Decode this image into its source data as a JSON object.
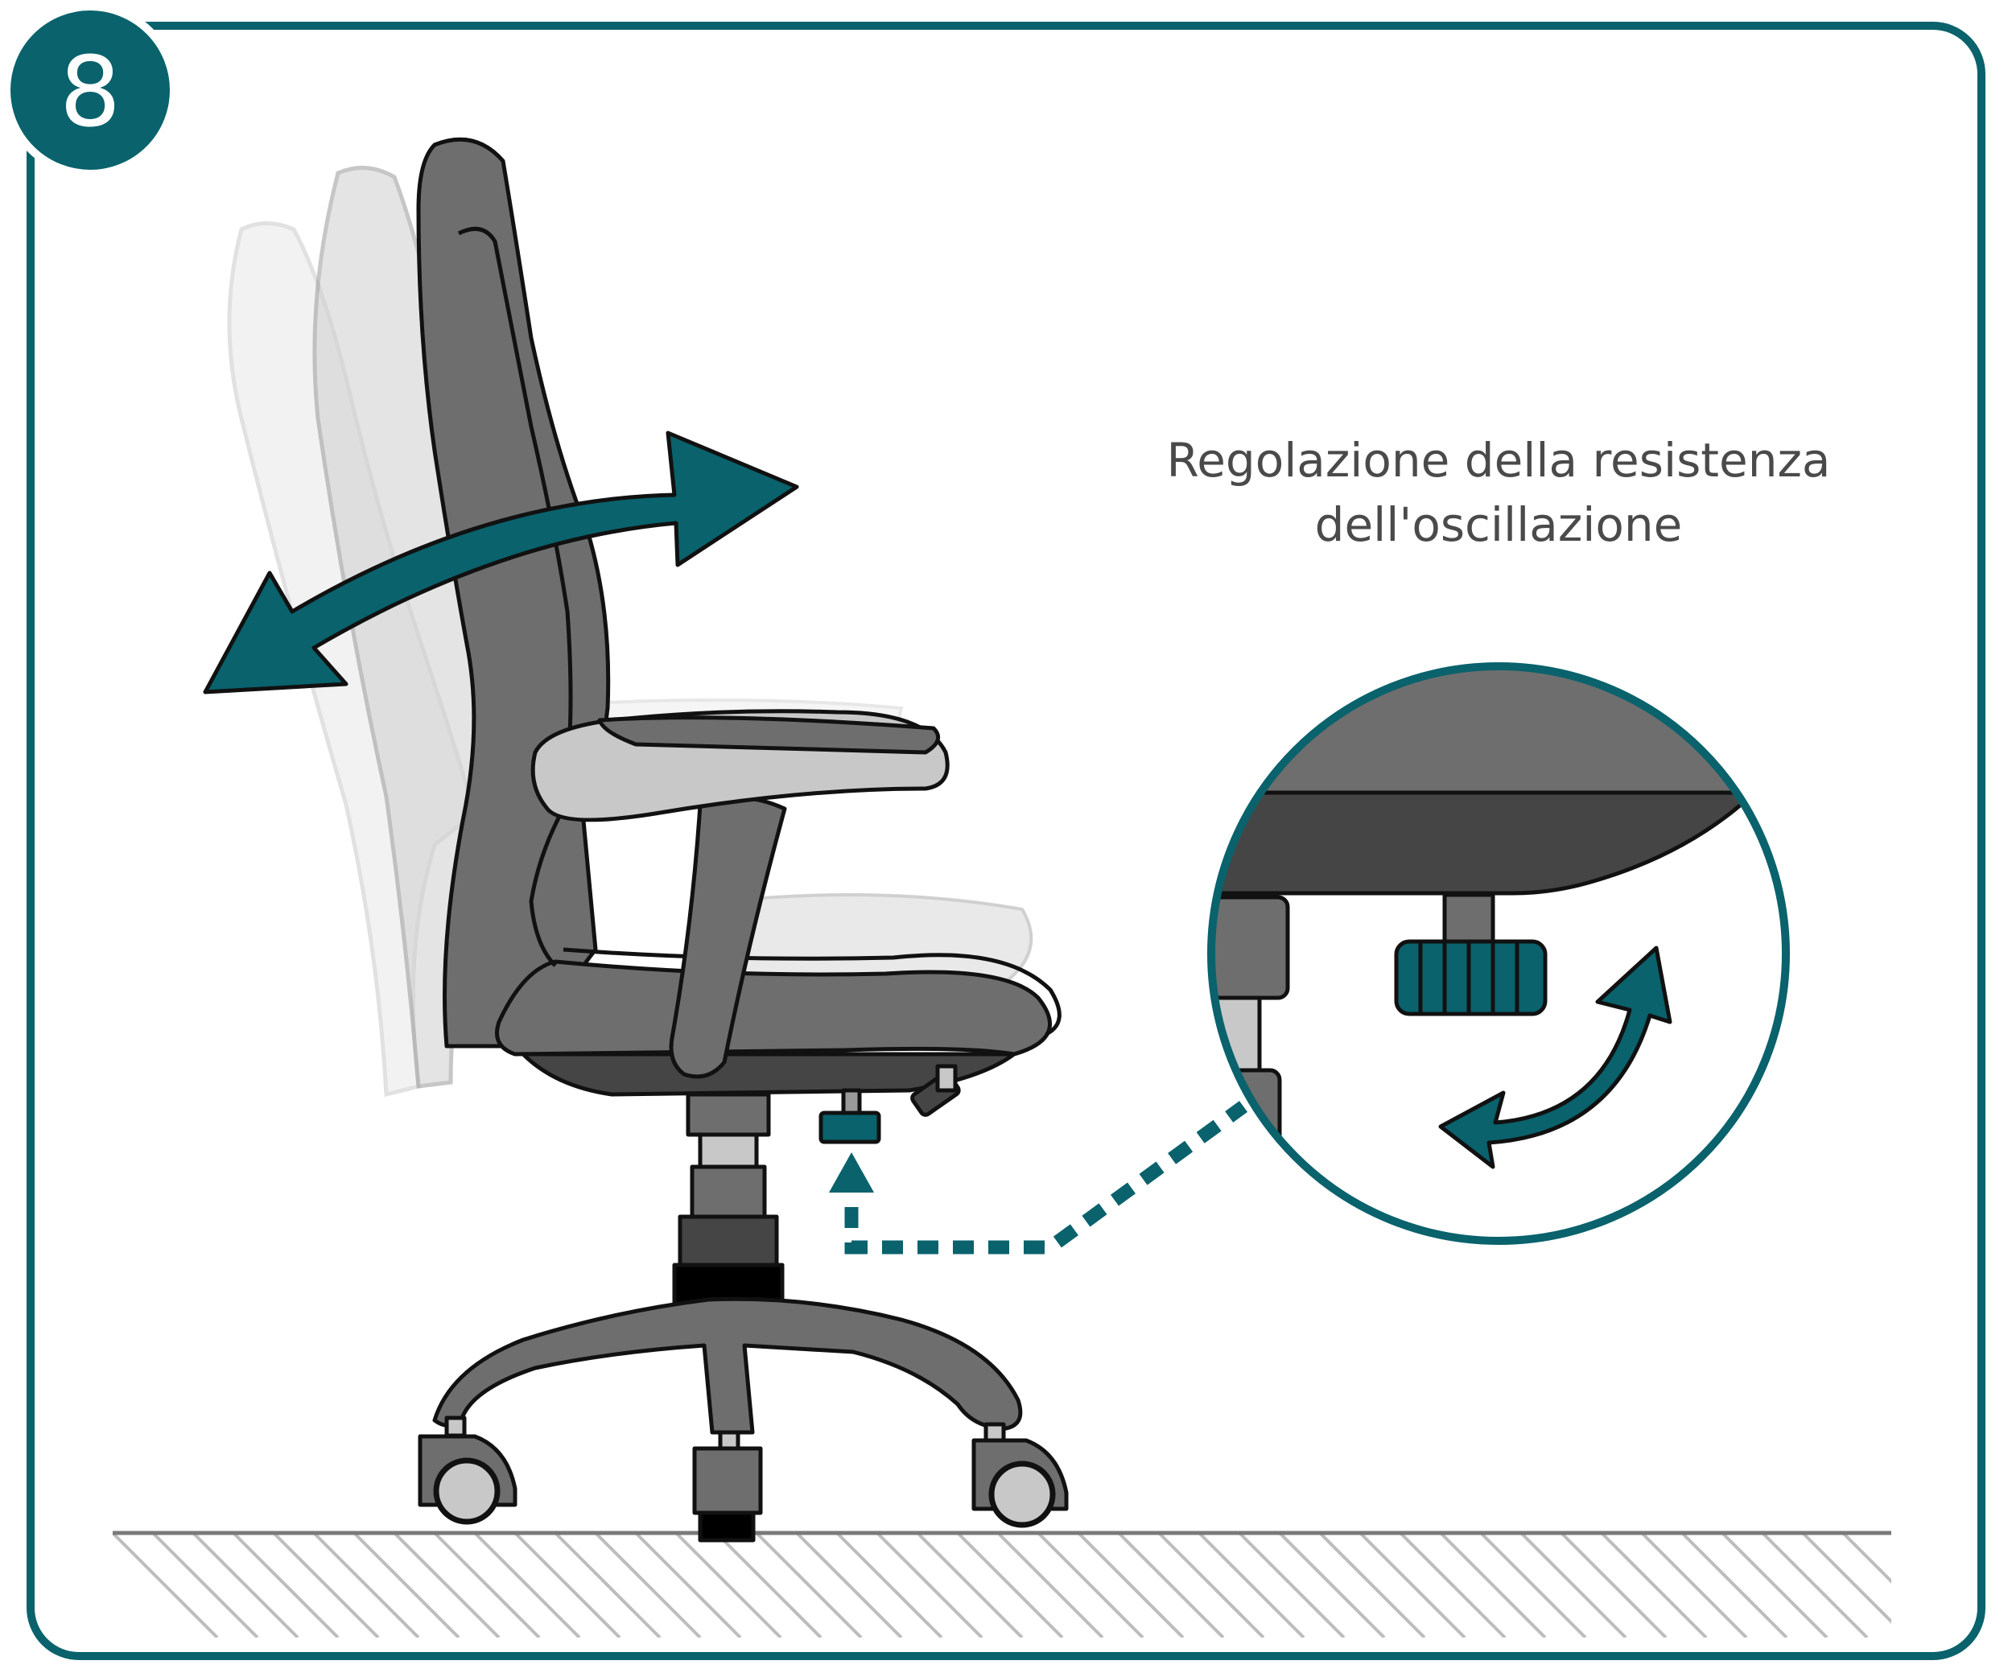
{
  "step": {
    "number": "8"
  },
  "caption": {
    "line1": "Regolazione della resistenza",
    "line2": "dell'oscillazione"
  },
  "colors": {
    "accent": "#09626c",
    "frame": "#09626c",
    "chair_dark": "#6b6b6b",
    "chair_light": "#c8c8c8",
    "floor_hatch": "#b5b5b5"
  },
  "icons": {
    "tilt_arrow": "double-headed-curved-arrow",
    "knob_rotation": "rotation-arrow",
    "pointer": "dotted-arrow-up"
  }
}
